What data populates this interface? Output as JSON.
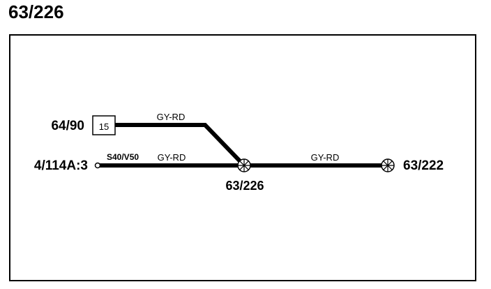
{
  "title": "63/226",
  "diagram": {
    "connector_64_90": "64/90",
    "pin_64_90": "15",
    "connector_4_114a": "4/114A:3",
    "variant_label": "S40/V50",
    "splice_main": "63/226",
    "splice_right": "63/222",
    "wire_top": "GY-RD",
    "wire_left": "GY-RD",
    "wire_right": "GY-RD"
  }
}
